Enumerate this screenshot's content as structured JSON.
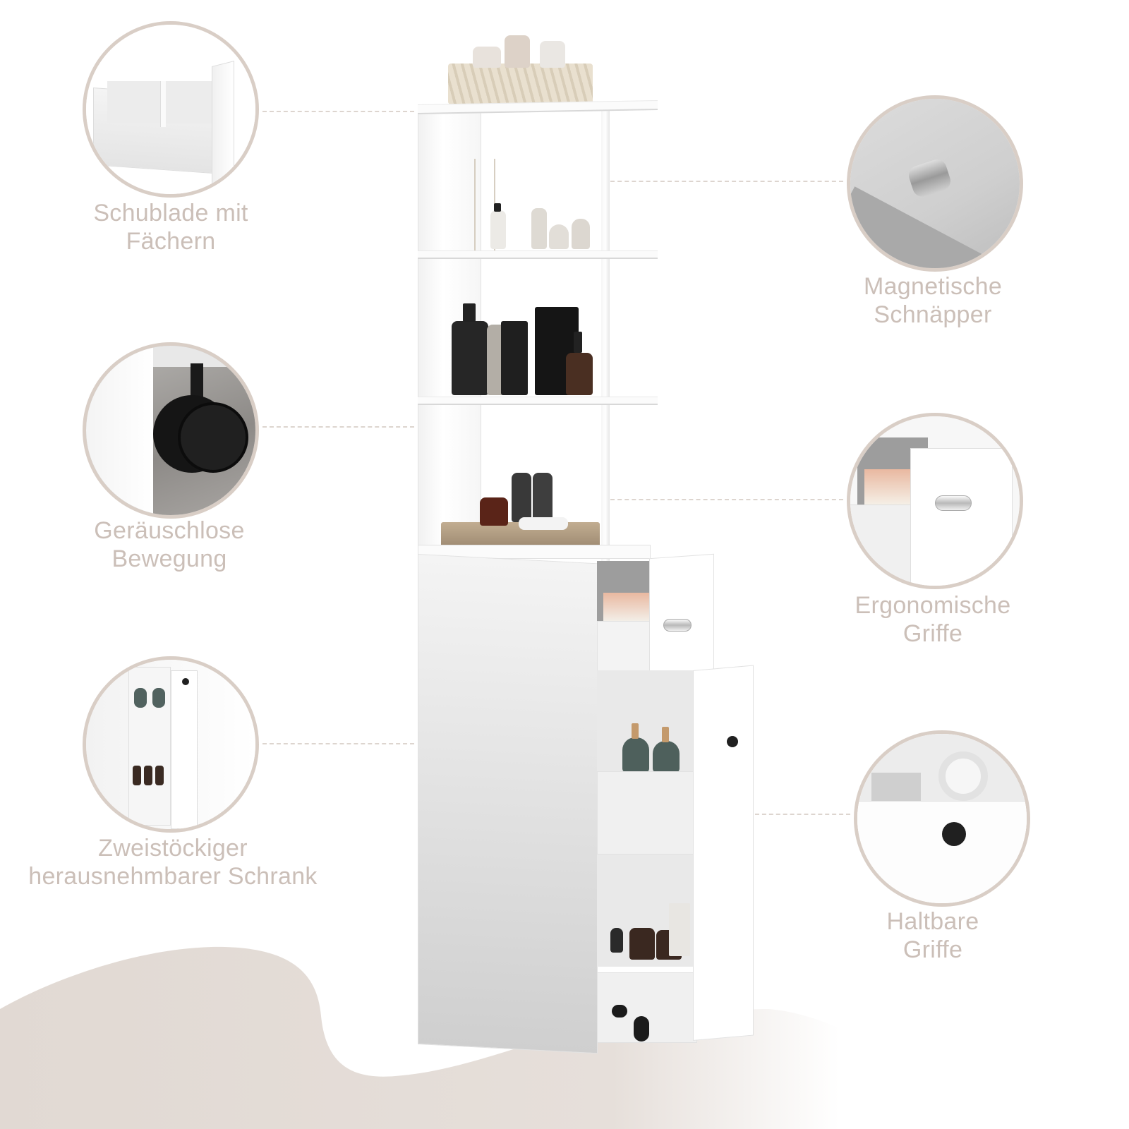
{
  "colors": {
    "label_text": "#cbbfb8",
    "circle_border": "#d9cec6",
    "blob_fill": "#e1d9d3",
    "dash_line": "#ddd5cf"
  },
  "features": [
    {
      "id": "drawer-compartments",
      "side": "left",
      "label_line1": "Schublade mit",
      "label_line2": "Fächern",
      "icon": "drawer-dividers-icon"
    },
    {
      "id": "silent-movement",
      "side": "left",
      "label_line1": "Geräuschlose",
      "label_line2": "Bewegung",
      "icon": "caster-wheel-icon"
    },
    {
      "id": "two-tier-cabinet",
      "side": "left",
      "label_line1": "Zweistöckiger",
      "label_line2": "herausnehmbarer Schrank",
      "icon": "pullout-cabinet-icon"
    },
    {
      "id": "magnetic-catch",
      "side": "right",
      "label_line1": "Magnetische",
      "label_line2": "Schnäpper",
      "icon": "magnet-catch-icon"
    },
    {
      "id": "ergonomic-handles",
      "side": "right",
      "label_line1": "Ergonomische",
      "label_line2": "Griffe",
      "icon": "recessed-handle-icon"
    },
    {
      "id": "durable-handles",
      "side": "right",
      "label_line1": "Haltbare",
      "label_line2": "Griffe",
      "icon": "knob-handle-icon"
    }
  ],
  "product": {
    "name": "bathroom-tall-cabinet",
    "open_shelves": 4,
    "drawers": 1,
    "pullout_tiers": 2
  }
}
